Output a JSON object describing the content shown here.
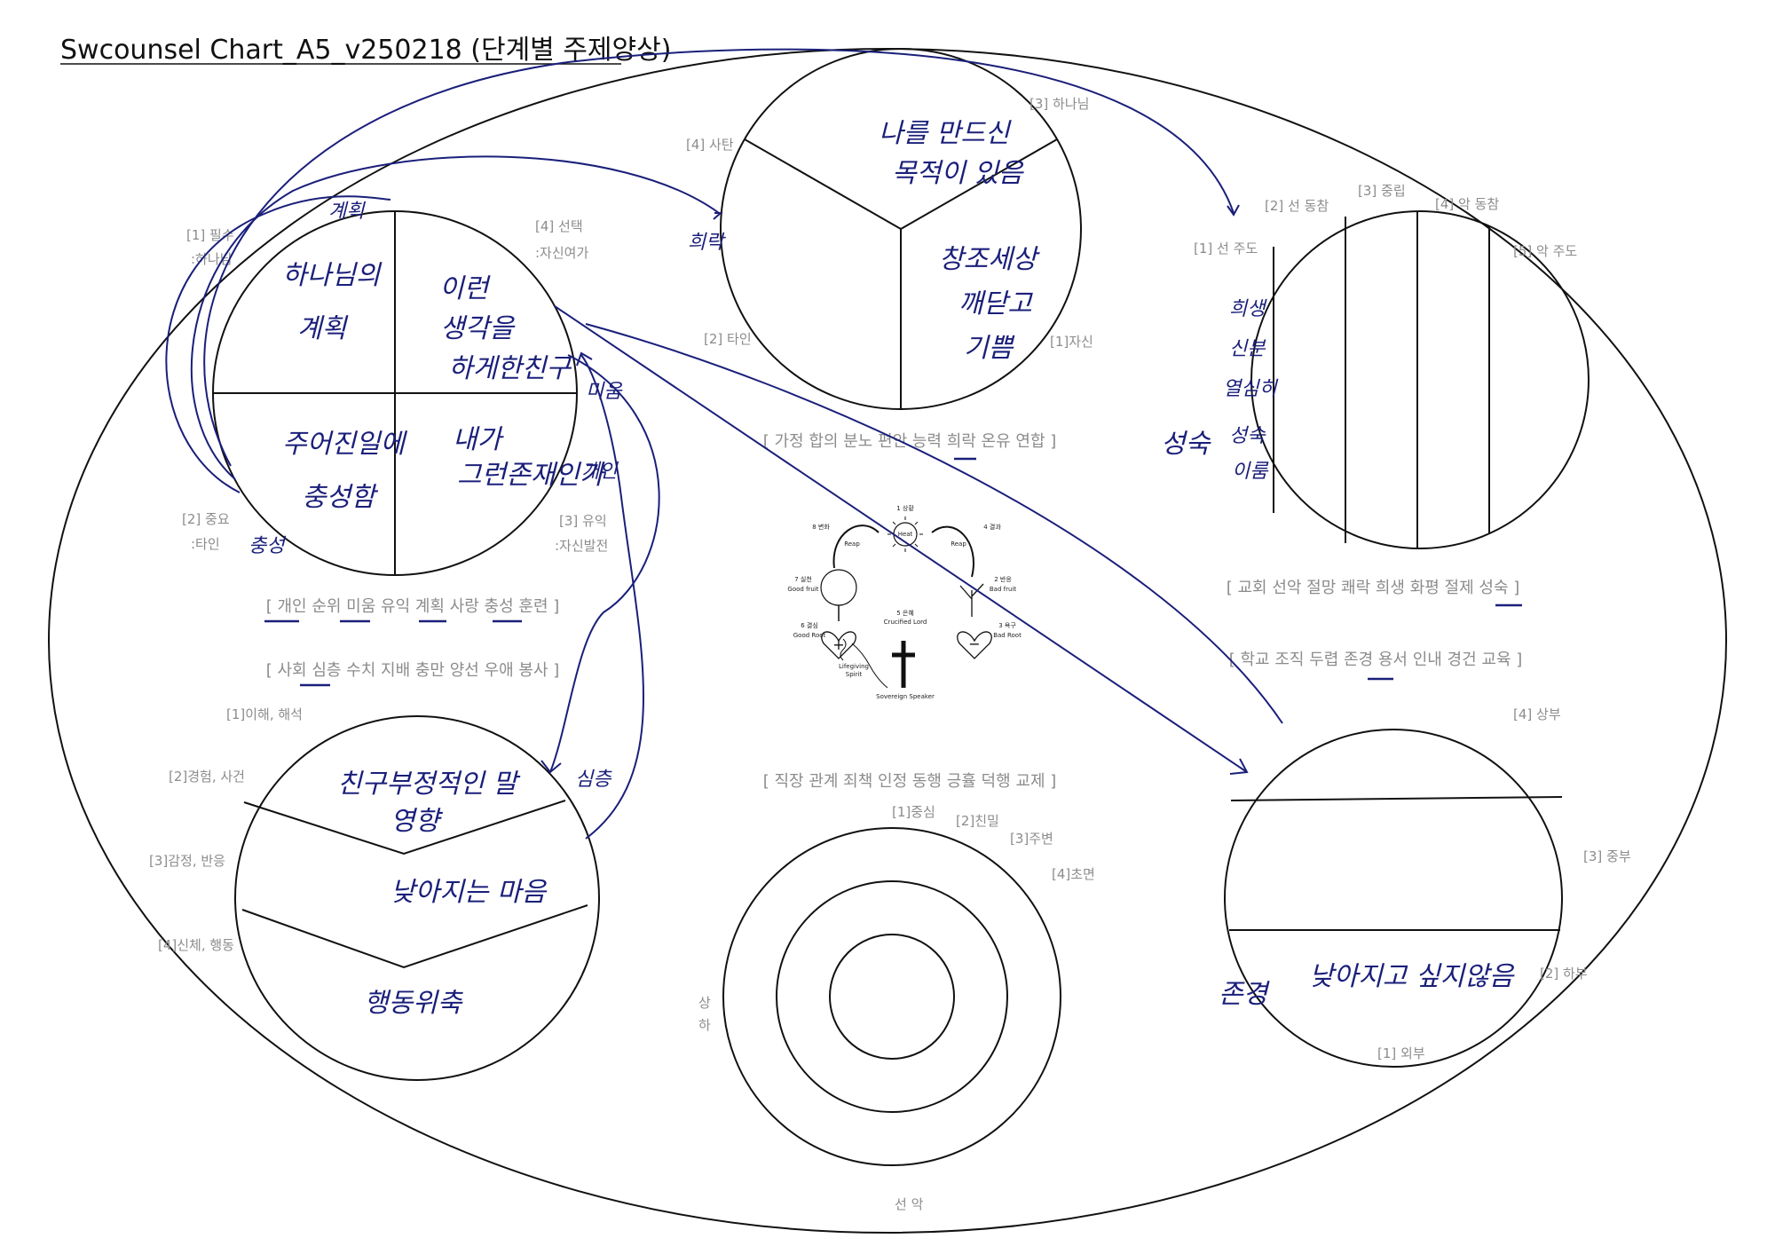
{
  "title": "Swcounsel Chart_A5_v250218 (단계별 주제양상)",
  "colors": {
    "outline": "#111111",
    "ink": "#1a1f7a",
    "label": "#8c8c8c"
  },
  "q1": {
    "labels": [
      "[1] 필수",
      ":하나님",
      "[2] 중요",
      ":타인",
      "[4] 선택",
      ":자신여가",
      "[3] 유익",
      ":자신발전"
    ],
    "notes": [
      "하나님의",
      "계획",
      "이런",
      "생각을",
      "하게한친구",
      "주어진일에",
      "충성함",
      "내가",
      "그런존재인가"
    ],
    "side": [
      "계획",
      "충성",
      "미움",
      "개인"
    ]
  },
  "q2": {
    "labels": [
      "[4] 사탄",
      "[3] 하나님",
      "[2] 타인",
      "[1]자신"
    ],
    "notes": [
      "나를 만드신",
      "목적이 있음",
      "창조세상",
      "깨닫고",
      "기쁨"
    ],
    "side": [
      "희락"
    ]
  },
  "q3": {
    "labels": [
      "[1] 선 주도",
      "[2] 선 동참",
      "[3] 중립",
      "[4] 악 동참",
      "[5] 악 주도"
    ],
    "notes": [
      "희생",
      "신분",
      "열심히",
      "성숙",
      "이룸"
    ],
    "side": [
      "성숙"
    ]
  },
  "q4": {
    "labels": [
      "[1]이해, 해석",
      "[2]경험, 사건",
      "[3]감정, 반응",
      "[4]신체, 행동"
    ],
    "notes": [
      "친구부정적인 말",
      "영향",
      "낮아지는 마음",
      "행동위축"
    ],
    "side": [
      "심층"
    ]
  },
  "q5": {
    "labels": [
      "[1]중심",
      "[2]친밀",
      "[3]주변",
      "[4]초면",
      "상",
      "하",
      "선 악"
    ]
  },
  "q6": {
    "labels": [
      "[4] 상부",
      "[3] 중부",
      "[2] 하부",
      "[1] 외부"
    ],
    "notes": [
      "낮아지고 싶지않음"
    ],
    "side": [
      "존경"
    ]
  },
  "brackets": {
    "family": "[ 가정 합의 분노 편안 능력 희락 온유 연합 ]",
    "personal": "[ 개인 순위 미움 유익 계획 사랑 충성 훈련 ]",
    "society": "[ 사회 심층 수치 지배 충만 양선 우애 봉사 ]",
    "church": "[ 교회 선악 절망 쾌락 희생 화평 절제 성숙 ]",
    "school": "[ 학교 조직 두렵 존경 용서 인내 경건 교육 ]",
    "work": "[ 직장 관계 죄책 인정 동행 긍휼 덕행 교제 ]"
  },
  "cycle": {
    "top": [
      "1 상황",
      "Heat"
    ],
    "left_top": "8 변화",
    "right_top": "4 결과",
    "reap": "Reap",
    "good_fruit": [
      "7 실천",
      "Good fruit"
    ],
    "bad_fruit": [
      "2 반응",
      "Bad fruit"
    ],
    "good_root": [
      "6 결심",
      "Good Root"
    ],
    "bad_root": [
      "3 욕구",
      "Bad Root"
    ],
    "grace": [
      "5 은혜",
      "Crucified Lord"
    ],
    "spirit": [
      "Lifegiving",
      "Spirit"
    ],
    "speaker": "Sovereign Speaker"
  }
}
